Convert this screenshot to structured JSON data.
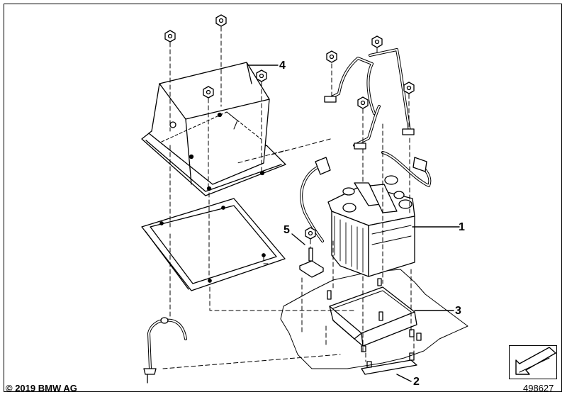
{
  "diagram": {
    "callouts": [
      {
        "id": "1",
        "label": "1"
      },
      {
        "id": "2",
        "label": "2"
      },
      {
        "id": "3",
        "label": "3"
      },
      {
        "id": "4",
        "label": "4"
      },
      {
        "id": "5",
        "label": "5"
      }
    ],
    "copyright": "© 2019 BMW AG",
    "diagram_number": "498627",
    "nav_icon": "arrow-navigation-icon"
  }
}
